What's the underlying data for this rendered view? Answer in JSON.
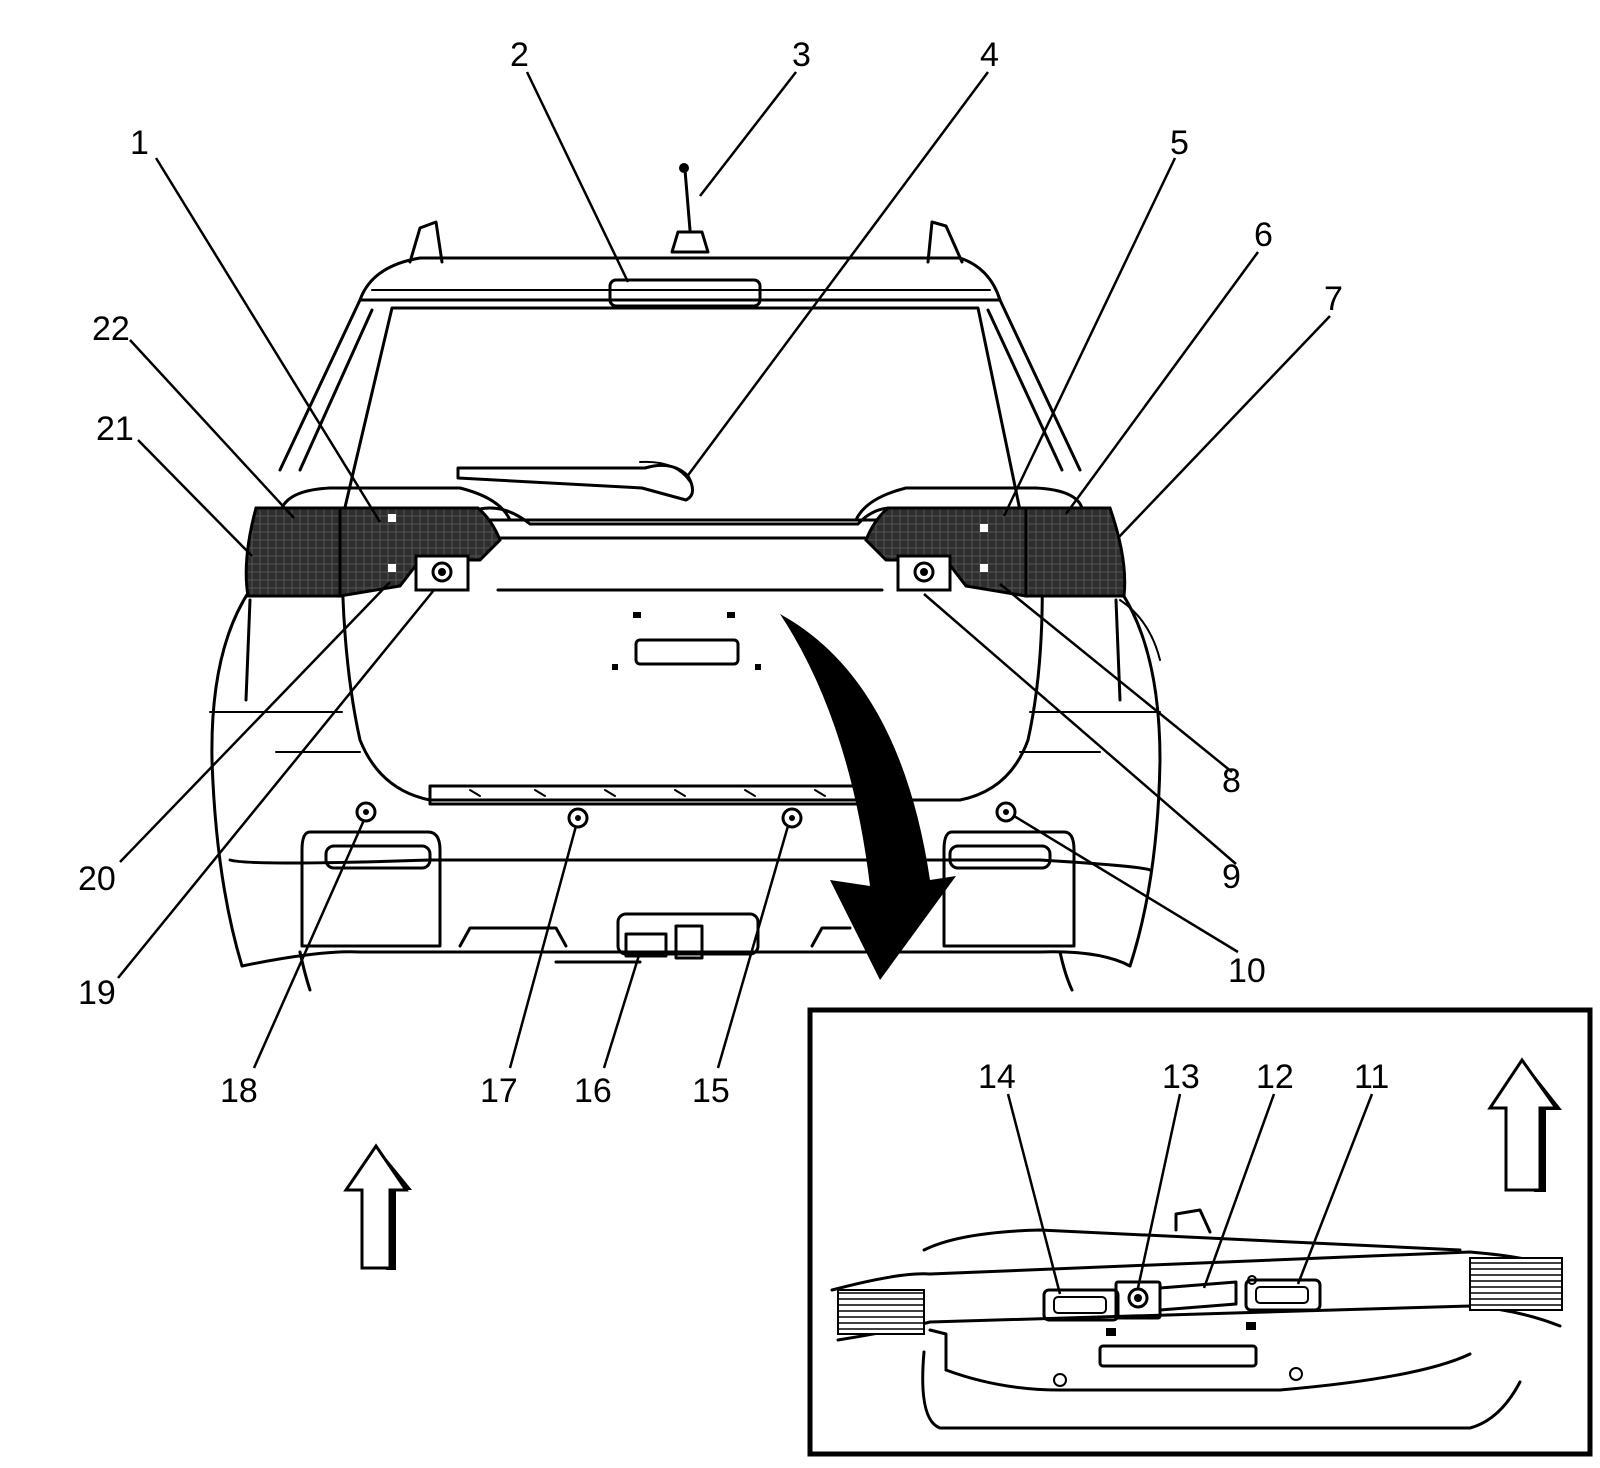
{
  "callouts": {
    "c1": "1",
    "c2": "2",
    "c3": "3",
    "c4": "4",
    "c5": "5",
    "c6": "6",
    "c7": "7",
    "c8": "8",
    "c9": "9",
    "c10": "10",
    "c11": "11",
    "c12": "12",
    "c13": "13",
    "c14": "14",
    "c15": "15",
    "c16": "16",
    "c17": "17",
    "c18": "18",
    "c19": "19",
    "c20": "20",
    "c21": "21",
    "c22": "22"
  },
  "colors": {
    "line": "#000000",
    "lamp_fill": "#2a2a2a",
    "background": "#ffffff"
  },
  "icons": [
    "up-arrow-icon",
    "curved-arrow-icon"
  ]
}
